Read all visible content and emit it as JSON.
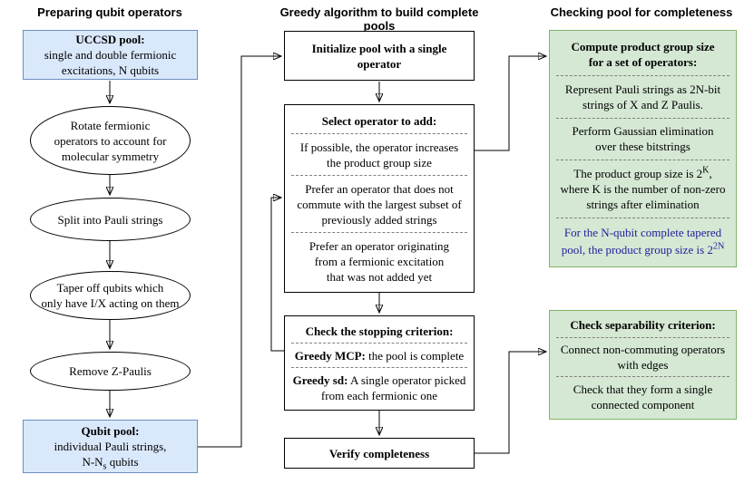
{
  "headers": {
    "left": "Preparing qubit operators",
    "middle": "Greedy algorithm to build complete pools",
    "right": "Checking pool for completeness"
  },
  "left_column": {
    "uccsd_pool": {
      "title": "UCCSD pool:",
      "body": [
        "single and double fermionic",
        "excitations, N qubits"
      ]
    },
    "rotate": [
      "Rotate fermionic",
      "operators to account for",
      "molecular symmetry"
    ],
    "split": "Split into Pauli strings",
    "taper": [
      "Taper off qubits which",
      "only have I/X acting on them"
    ],
    "remove_z": "Remove Z-Paulis",
    "qubit_pool": {
      "title": "Qubit pool:",
      "line1": "individual Pauli strings,",
      "line2_pre": "N-N",
      "line2_sub": "s",
      "line2_post": " qubits"
    }
  },
  "middle_column": {
    "initialize": [
      "Initialize pool with a single",
      "operator"
    ],
    "select": {
      "title": "Select operator to add:",
      "rule1": [
        "If possible, the operator increases",
        "the product group size"
      ],
      "rule2": [
        "Prefer an operator that does not",
        "commute with the largest subset of",
        "previously added strings"
      ],
      "rule3": [
        "Prefer an operator originating",
        "from a fermionic excitation",
        "that was not added yet"
      ]
    },
    "stopping": {
      "title": "Check the stopping criterion:",
      "mcp_label": "Greedy MCP:",
      "mcp_text": " the pool is complete",
      "sd_label": "Greedy sd:",
      "sd_text": " A single operator picked from each fermionic one"
    },
    "verify": "Verify completeness"
  },
  "right_column": {
    "product_group": {
      "title": [
        "Compute product group size",
        "for a set of operators:"
      ],
      "step1": [
        "Represent Pauli strings as 2N-bit",
        "strings of X and Z Paulis."
      ],
      "step2": [
        "Perform Gaussian elimination",
        "over these bitstrings"
      ],
      "step3_l1_pre": "The product group size is 2",
      "step3_l1_sup": "K",
      "step3_l1_post": ",",
      "step3_rest": [
        "where K is the number of non-zero",
        "strings after elimination"
      ],
      "note_line1": "For the N-qubit complete tapered",
      "note_line2_pre": "pool, the product group size is 2",
      "note_line2_sup": "2N"
    },
    "separability": {
      "title": "Check separability criterion:",
      "step1": [
        "Connect non-commuting operators",
        "with edges"
      ],
      "step2": [
        "Check that they form a single",
        "connected component"
      ]
    }
  },
  "colors": {
    "blue_fill": "#dae8fc",
    "blue_border": "#6c8ebf",
    "green_fill": "#d5e8d4",
    "green_border": "#82b366",
    "note_blue": "#1f1f9c"
  }
}
